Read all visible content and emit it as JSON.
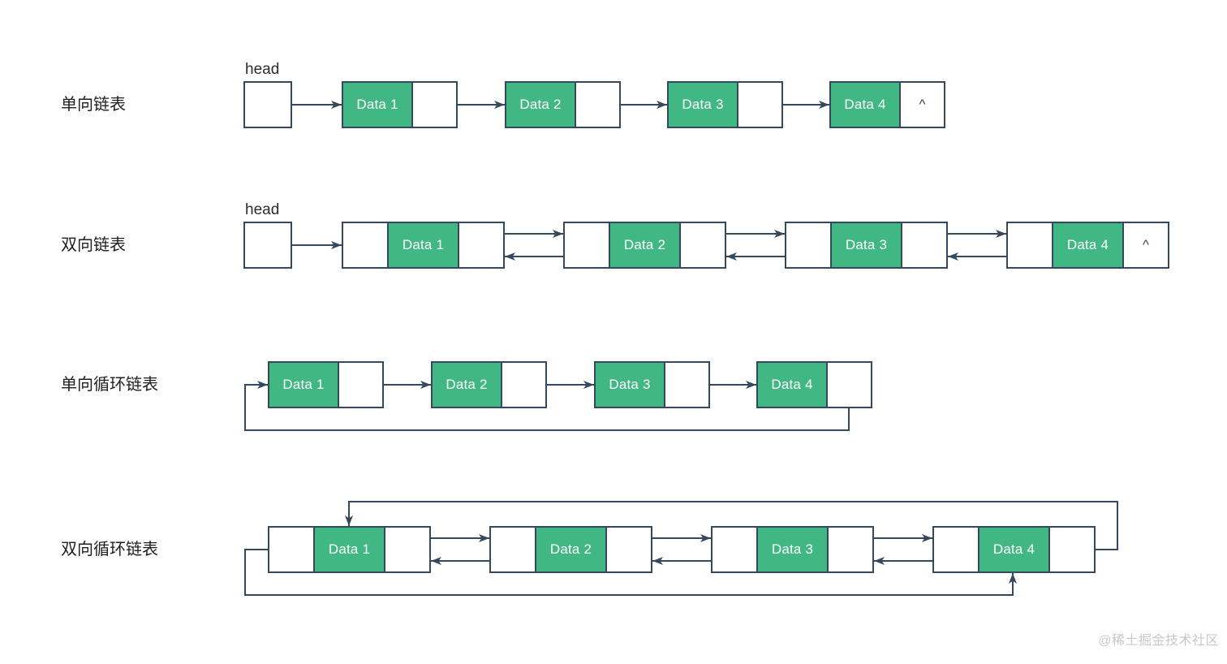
{
  "colors": {
    "node_green": "#41b883",
    "line": "#34495e",
    "label_text": "#1f1f1f",
    "head_text": "#2d2d2d",
    "node_text": "#ffffff",
    "watermark_text": "#c8c8c8",
    "background": "#ffffff"
  },
  "rows": [
    {
      "label": "单向链表",
      "head_label": "head",
      "nodes": [
        {
          "label": "Data 1"
        },
        {
          "label": "Data 2"
        },
        {
          "label": "Data 3"
        },
        {
          "label": "Data 4",
          "pointer": "^"
        }
      ]
    },
    {
      "label": "双向链表",
      "head_label": "head",
      "nodes": [
        {
          "label": "Data 1"
        },
        {
          "label": "Data 2"
        },
        {
          "label": "Data 3"
        },
        {
          "label": "Data 4",
          "next": "^"
        }
      ]
    },
    {
      "label": "单向循环链表",
      "nodes": [
        {
          "label": "Data 1"
        },
        {
          "label": "Data 2"
        },
        {
          "label": "Data 3"
        },
        {
          "label": "Data 4"
        }
      ]
    },
    {
      "label": "双向循环链表",
      "nodes": [
        {
          "label": "Data 1"
        },
        {
          "label": "Data 2"
        },
        {
          "label": "Data 3"
        },
        {
          "label": "Data 4"
        }
      ]
    }
  ],
  "watermark": {
    "text": "@稀土掘金技术社区"
  }
}
